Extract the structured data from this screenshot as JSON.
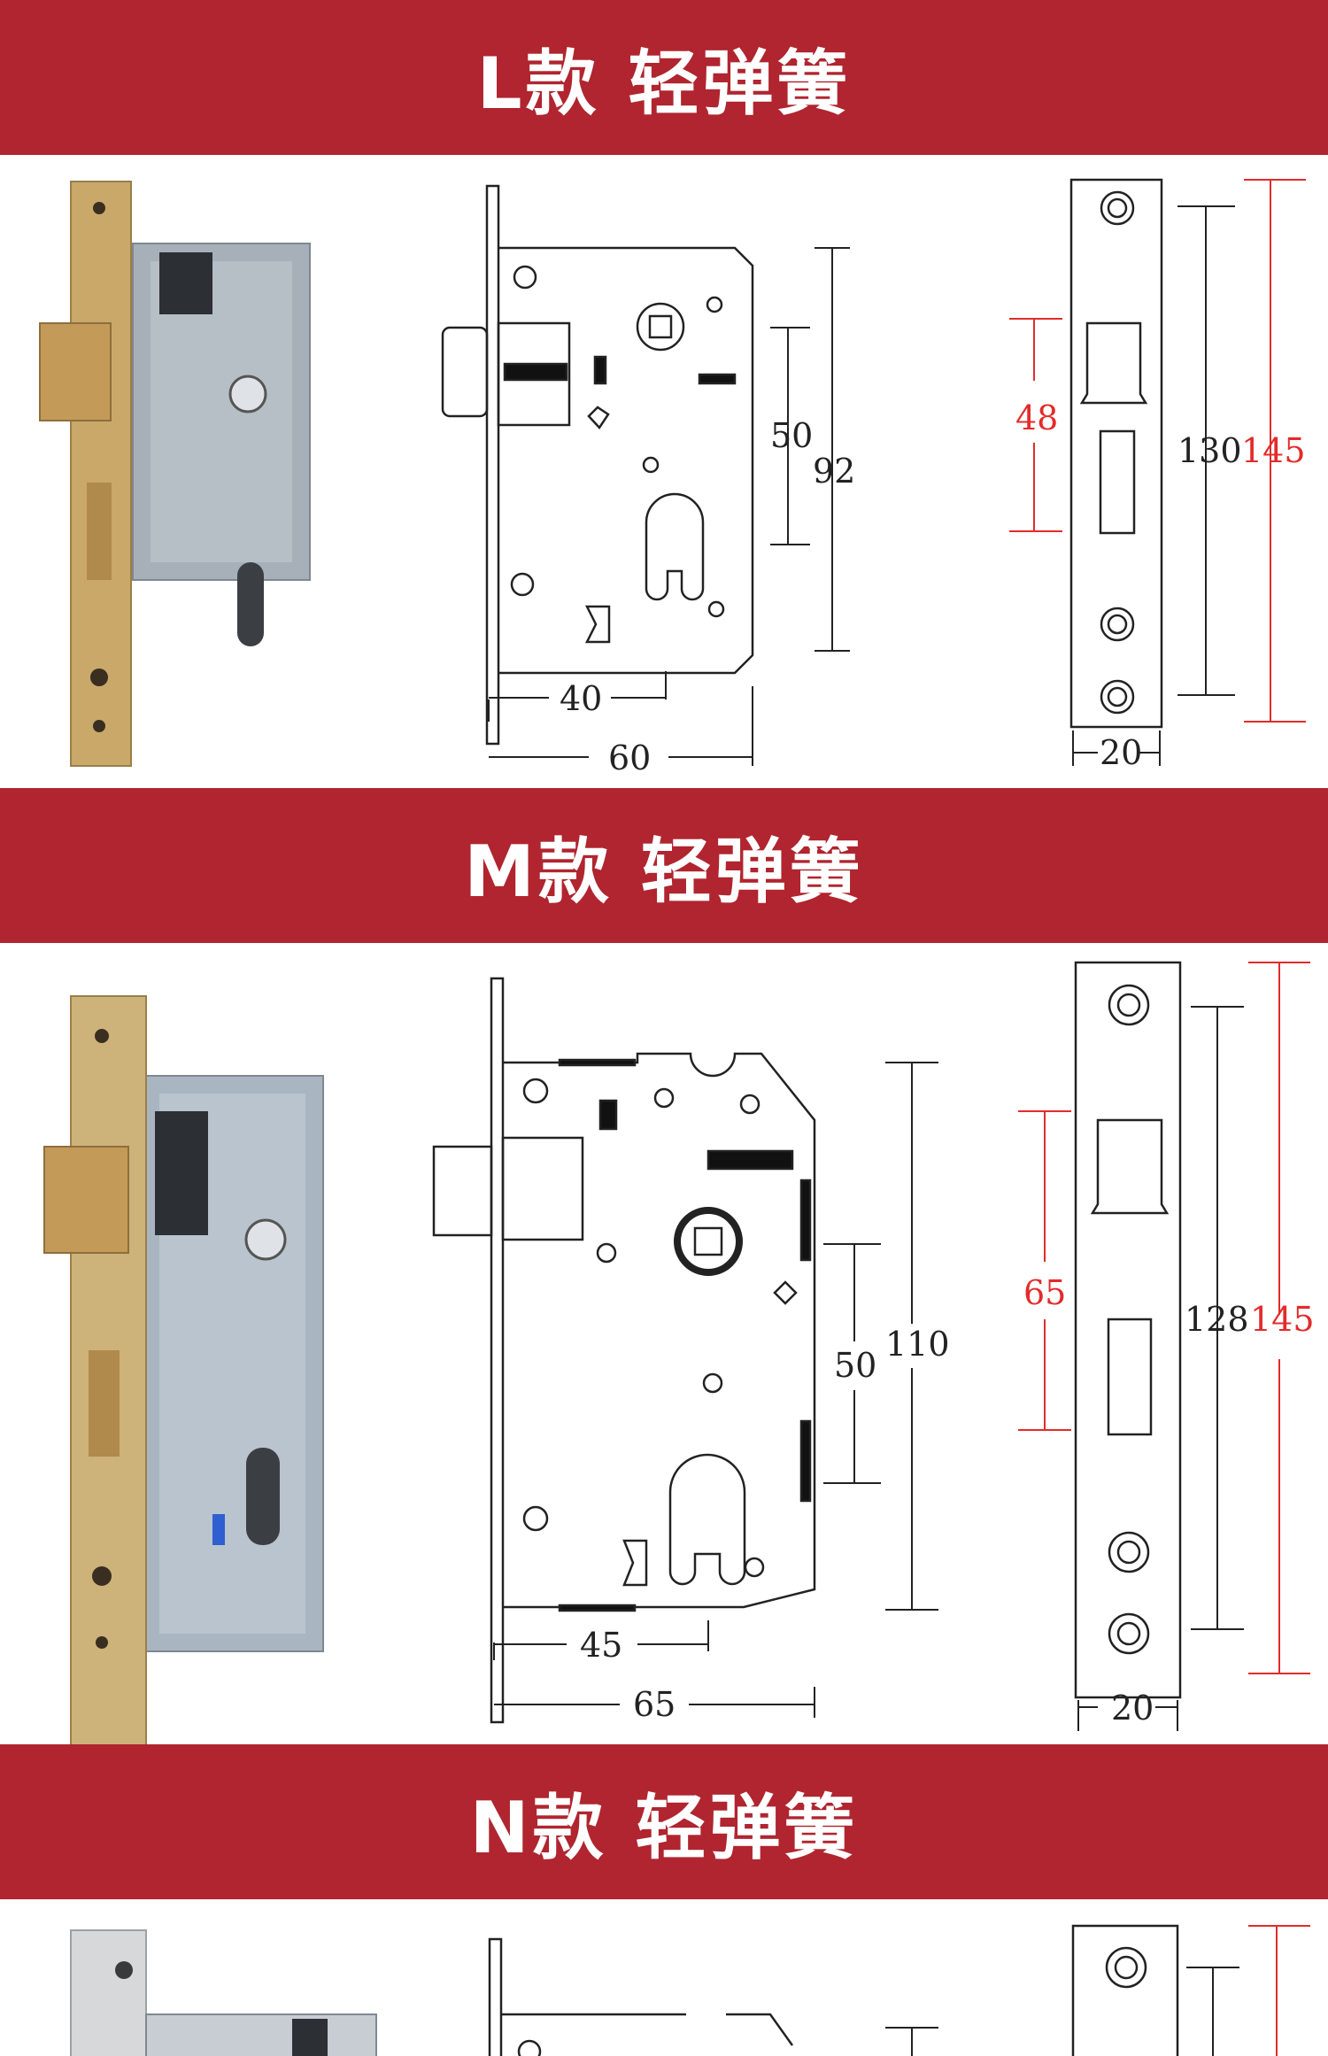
{
  "sections": [
    {
      "title": "L款 轻弹簧",
      "dims": {
        "width_inner": "40",
        "width_total": "60",
        "height_inner": "50",
        "height_total": "92",
        "face_a": "48",
        "face_b": "130",
        "face_c": "145",
        "face_w": "20"
      }
    },
    {
      "title": "M款 轻弹簧",
      "dims": {
        "width_inner": "45",
        "width_total": "65",
        "height_inner": "50",
        "height_total": "110",
        "face_a": "65",
        "face_b": "128",
        "face_c": "145",
        "face_w": "20"
      }
    },
    {
      "title": "N款 轻弹簧"
    }
  ],
  "colors": {
    "band": "#b0252f",
    "accent_red": "#e32b2b",
    "brass": "#c9a86a",
    "body_grey": "#aab2ba"
  }
}
